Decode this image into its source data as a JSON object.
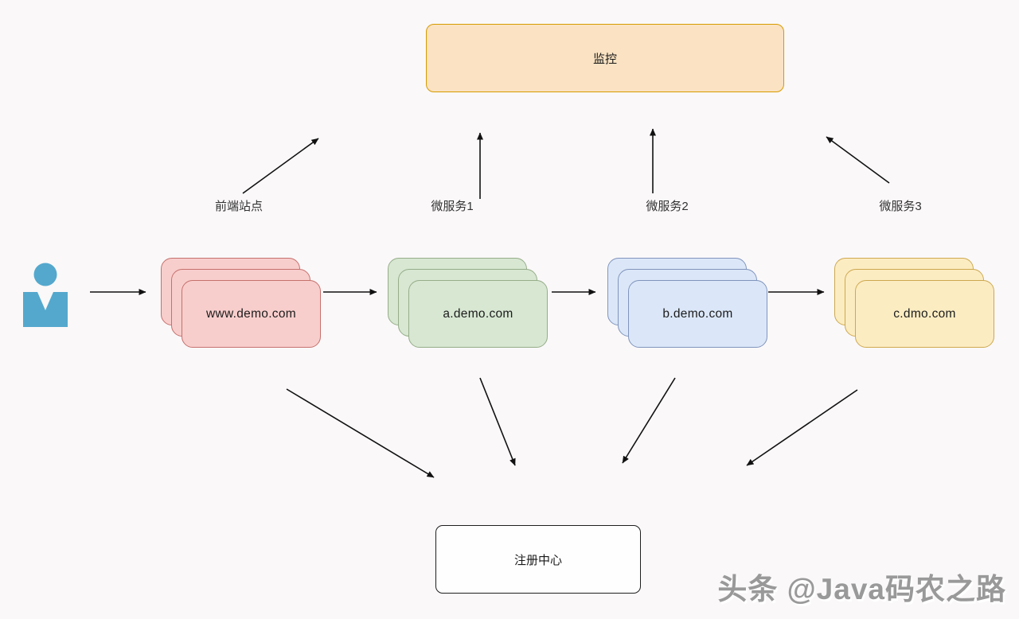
{
  "canvas": {
    "background": "#faf8f9"
  },
  "diagram": {
    "monitor": {
      "label": "监控",
      "fill": "#fae2c2",
      "border": "#d79b00"
    },
    "registry": {
      "label": "注册中心",
      "fill": "#fefefe",
      "border": "#1f1f1f"
    },
    "user": {
      "icon": "user-icon",
      "color": "#54a8cd"
    },
    "service_labels": [
      {
        "text": "前端站点"
      },
      {
        "text": "微服务1"
      },
      {
        "text": "微服务2"
      },
      {
        "text": "微服务3"
      }
    ],
    "stacks": [
      {
        "label": "www.demo.com",
        "fill": "#f8cecc",
        "border": "#c5716d"
      },
      {
        "label": "a.demo.com",
        "fill": "#d7e7d2",
        "border": "#96ad89"
      },
      {
        "label": "b.demo.com",
        "fill": "#dbe7f8",
        "border": "#8094bd"
      },
      {
        "label": "c.dmo.com",
        "fill": "#fcecc2",
        "border": "#cda94f"
      }
    ],
    "connections": [
      {
        "from": "user",
        "to": "www.demo.com"
      },
      {
        "from": "www.demo.com",
        "to": "a.demo.com"
      },
      {
        "from": "a.demo.com",
        "to": "b.demo.com"
      },
      {
        "from": "b.demo.com",
        "to": "c.dmo.com"
      },
      {
        "from": "前端站点",
        "to": "监控"
      },
      {
        "from": "微服务1",
        "to": "监控"
      },
      {
        "from": "微服务2",
        "to": "监控"
      },
      {
        "from": "微服务3",
        "to": "监控"
      },
      {
        "from": "www.demo.com",
        "to": "注册中心"
      },
      {
        "from": "a.demo.com",
        "to": "注册中心"
      },
      {
        "from": "b.demo.com",
        "to": "注册中心"
      },
      {
        "from": "c.dmo.com",
        "to": "注册中心"
      }
    ]
  },
  "watermark": {
    "text": "头条 @Java码农之路",
    "color": "#999999"
  }
}
